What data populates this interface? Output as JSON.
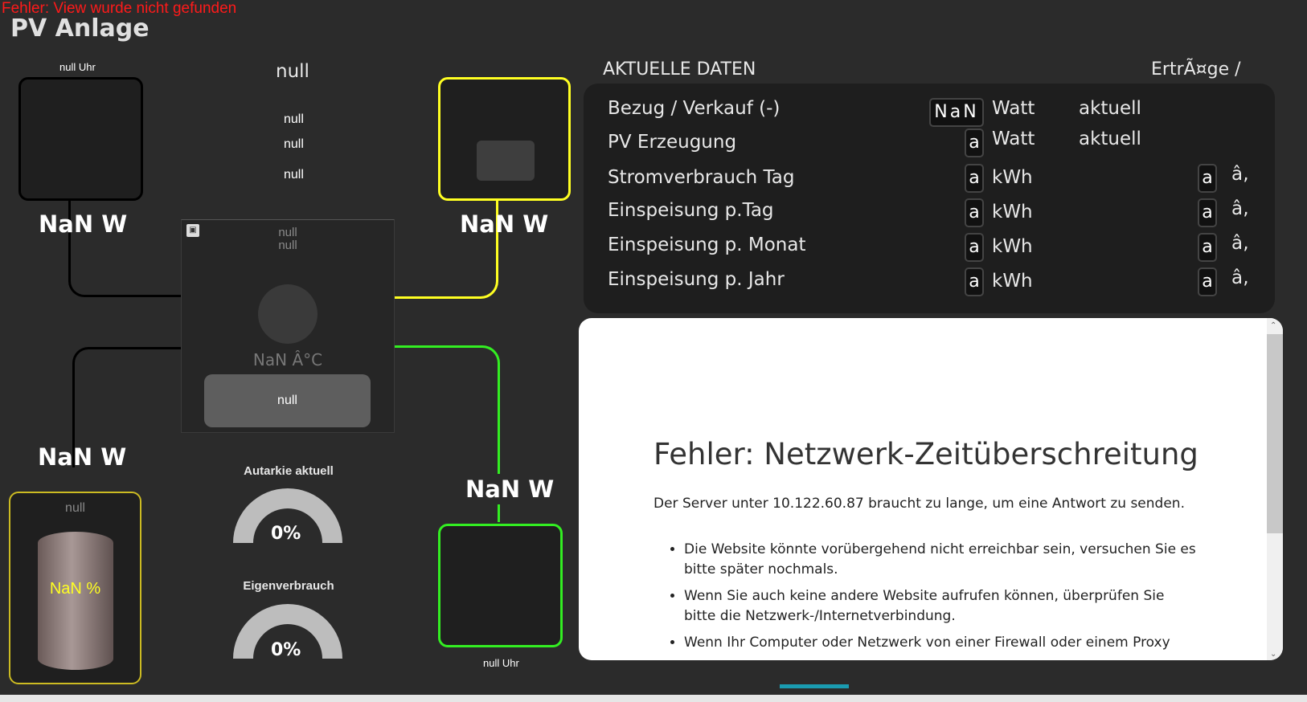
{
  "errors": {
    "view_not_found": "Fehler: View wurde nicht gefunden"
  },
  "title": "PV Anlage",
  "house": {
    "time": "null Uhr",
    "power": "NaN W"
  },
  "center_texts": {
    "big": "null",
    "line1": "null",
    "line2": "null",
    "line3": "null"
  },
  "pv_panel": {
    "power": "NaN W"
  },
  "inverter": {
    "null1": "null",
    "null2": "null",
    "temp": "NaN Â°C",
    "button": "null"
  },
  "battery": {
    "power": "NaN W",
    "label": "null",
    "percent": "NaN %"
  },
  "grid": {
    "power": "NaN W",
    "time": "null Uhr"
  },
  "gauges": [
    {
      "label": "Autarkie aktuell",
      "value": "0%",
      "fraction": 0
    },
    {
      "label": "Eigenverbrauch",
      "value": "0%",
      "fraction": 0
    }
  ],
  "data_panel": {
    "heading": "AKTUELLE DATEN",
    "heading_right": "ErtrÃ¤ge /",
    "rows": [
      {
        "label": "Bezug / Verkauf (-)",
        "value": "NaN",
        "unit": "Watt",
        "extra": "aktuell",
        "value2": "",
        "extra2": ""
      },
      {
        "label": "PV Erzeugung",
        "value": "a",
        "unit": "Watt",
        "extra": "aktuell",
        "value2": "",
        "extra2": ""
      },
      {
        "label": "Stromverbrauch Tag",
        "value": "a",
        "unit": "kWh",
        "extra": "",
        "value2": "a",
        "extra2": "â‚"
      },
      {
        "label": "Einspeisung p.Tag",
        "value": "a",
        "unit": "kWh",
        "extra": "",
        "value2": "a",
        "extra2": "â‚"
      },
      {
        "label": "Einspeisung p. Monat",
        "value": "a",
        "unit": "kWh",
        "extra": "",
        "value2": "a",
        "extra2": "â‚"
      },
      {
        "label": "Einspeisung p. Jahr",
        "value": "a",
        "unit": "kWh",
        "extra": "",
        "value2": "a",
        "extra2": "â‚"
      }
    ]
  },
  "error_page": {
    "heading": "Fehler: Netzwerk-Zeitüberschreitung",
    "message": "Der Server unter 10.122.60.87 braucht zu lange, um eine Antwort zu senden.",
    "bullets": [
      "Die Website könnte vorübergehend nicht erreichbar sein, versuchen Sie es bitte später nochmals.",
      "Wenn Sie auch keine andere Website aufrufen können, überprüfen Sie bitte die Netzwerk-/Internetverbindung.",
      "Wenn Ihr Computer oder Netzwerk von einer Firewall oder einem Proxy"
    ]
  },
  "colors": {
    "pv_line": "#ffff22",
    "grid_line": "#33ee22",
    "error_text": "#ff1a1a",
    "background": "#2b2b2b"
  }
}
